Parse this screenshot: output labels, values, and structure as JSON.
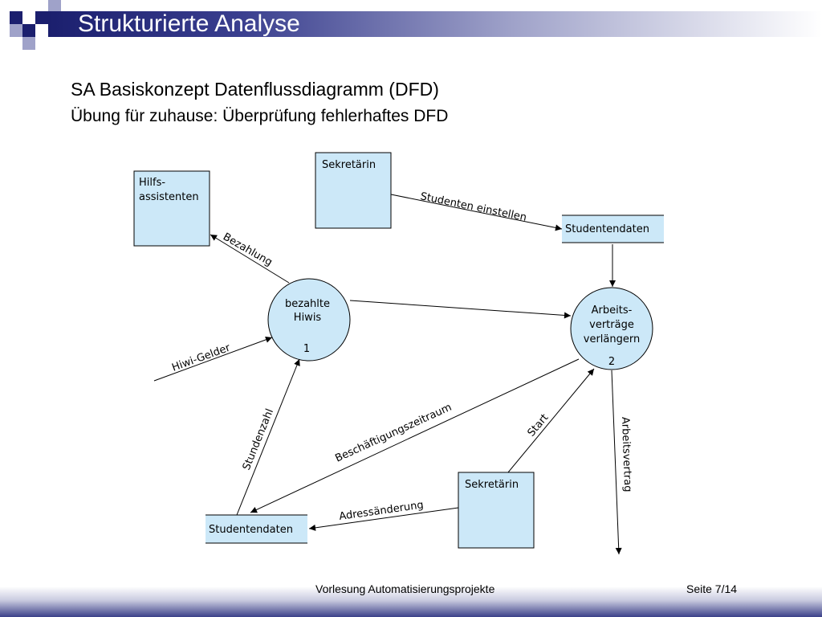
{
  "header": {
    "title": "Strukturierte Analyse"
  },
  "content": {
    "heading": "SA Basiskonzept Datenflussdiagramm (DFD)",
    "subheading": "Übung für zuhause: Überprüfung fehlerhaftes DFD"
  },
  "diagram": {
    "terminators": {
      "hilfsassistenten": [
        "Hilfs-",
        "assistenten"
      ],
      "sekretaerin_top": "Sekretärin",
      "sekretaerin_bottom": "Sekretärin"
    },
    "processes": {
      "p1": {
        "label": [
          "bezahlte",
          "Hiwis"
        ],
        "number": "1"
      },
      "p2": {
        "label": [
          "Arbeits-",
          "verträge",
          "verlängern"
        ],
        "number": "2"
      }
    },
    "stores": {
      "studentendaten_top": "Studentendaten",
      "studentendaten_bottom": "Studentendaten"
    },
    "flows": {
      "studenten_einstellen": "Studenten einstellen",
      "bezahlung": "Bezahlung",
      "hiwi_gelder": "Hiwi-Gelder",
      "stundenzahl": "Stundenzahl",
      "beschaeftigungszeitraum": "Beschäftigungszeitraum",
      "start": "Start",
      "adressaenderung": "Adressänderung",
      "arbeitsvertrag": "Arbeitsvertrag"
    },
    "colors": {
      "fill": "#cce8f8",
      "stroke": "#000000"
    }
  },
  "footer": {
    "lecture": "Vorlesung Automatisierungsprojekte",
    "page": "Seite 7/14"
  }
}
